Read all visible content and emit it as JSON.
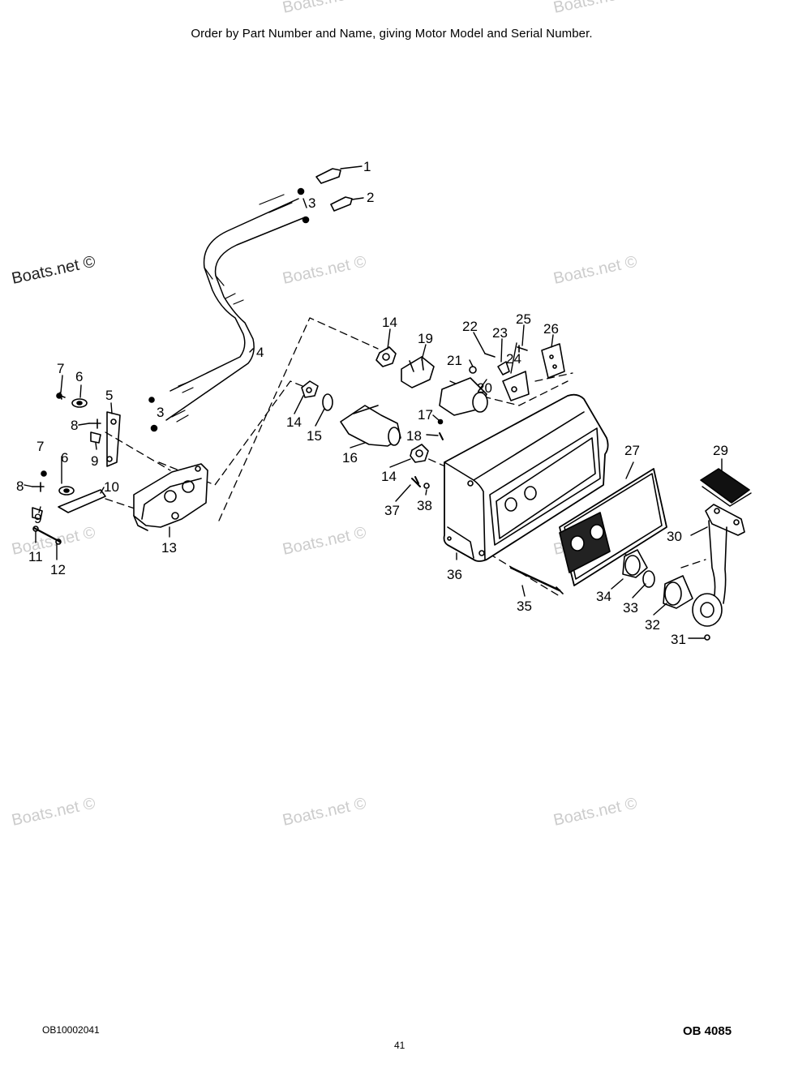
{
  "header": {
    "instruction": "Order by Part Number and Name, giving Motor Model and Serial Number."
  },
  "footer": {
    "document_code": "OB10002041",
    "page_number": "41",
    "catalog_code": "OB 4085"
  },
  "watermark": {
    "text": "Boats.net ©"
  },
  "callouts": [
    "1",
    "2",
    "3",
    "3",
    "4",
    "5",
    "6",
    "6",
    "7",
    "7",
    "8",
    "8",
    "9",
    "9",
    "10",
    "11",
    "12",
    "13",
    "14",
    "14",
    "14",
    "15",
    "16",
    "17",
    "18",
    "19",
    "20",
    "21",
    "22",
    "23",
    "24",
    "25",
    "26",
    "27",
    "29",
    "30",
    "31",
    "32",
    "33",
    "34",
    "35",
    "36",
    "37",
    "38"
  ]
}
